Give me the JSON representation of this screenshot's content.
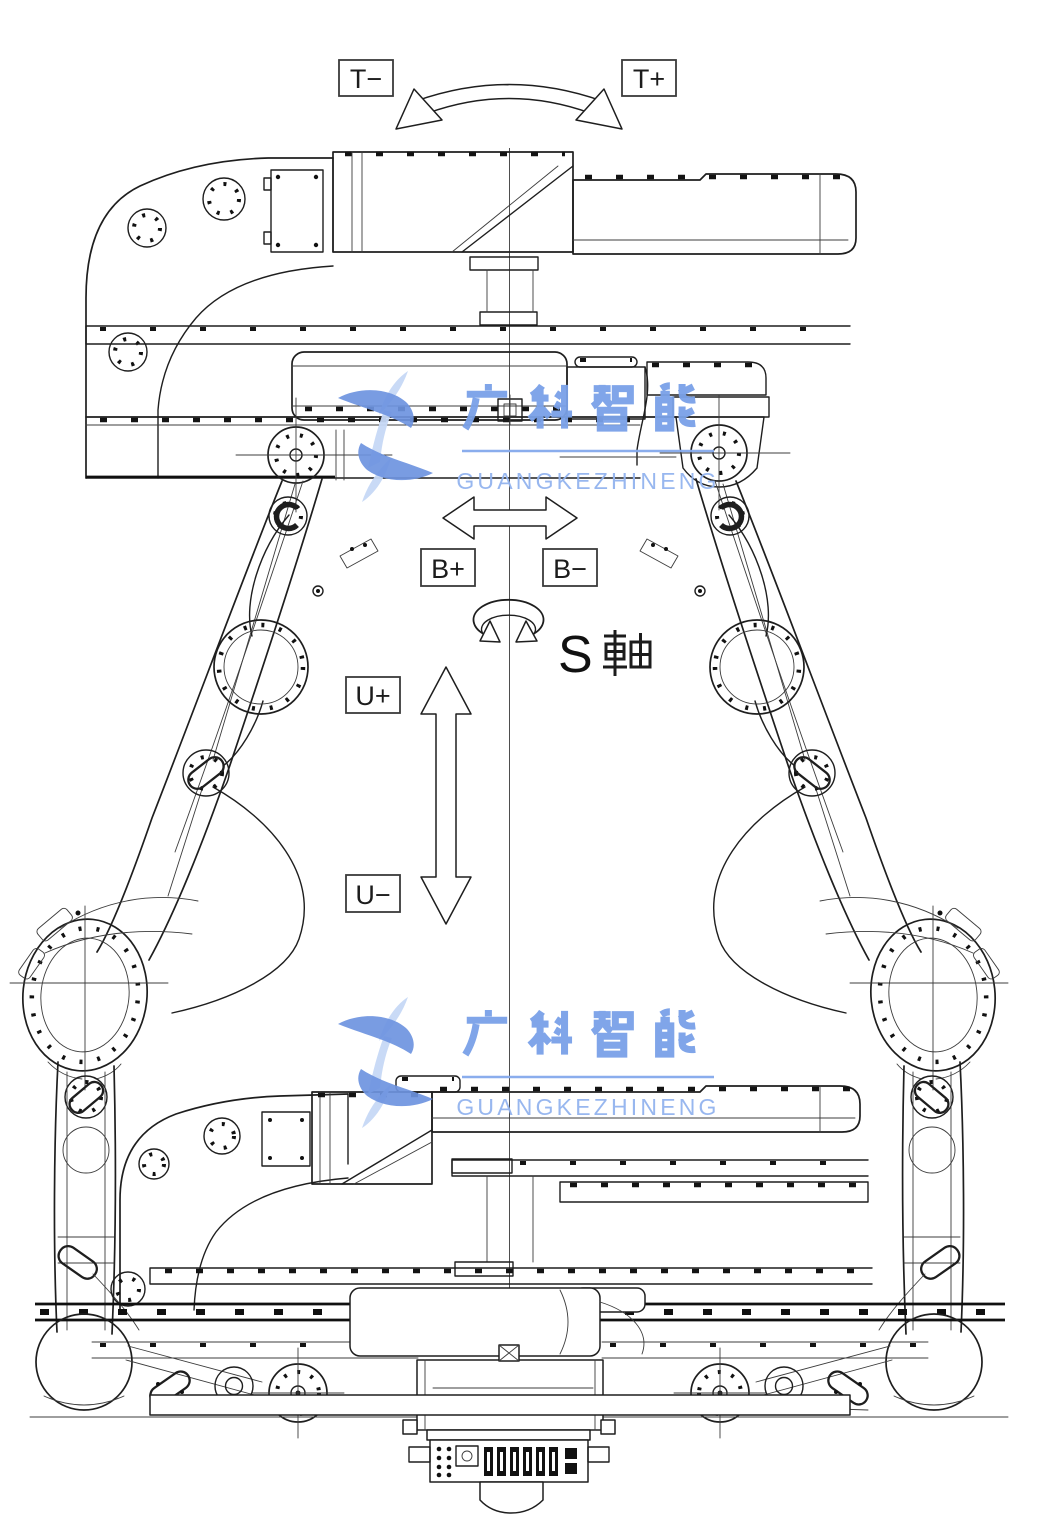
{
  "diagram": {
    "type": "robot-axis-direction-diagram",
    "axes": {
      "t_minus": "T−",
      "t_plus": "T+",
      "b_plus": "B+",
      "b_minus": "B−",
      "u_plus": "U+",
      "u_minus": "U−",
      "s_label": "S 軸",
      "s_latin": "S"
    }
  },
  "brand": {
    "name_cjk": "广科智能",
    "name_latin": "GUANGKEZHINENG"
  },
  "colors": {
    "line": "#1e1e1e",
    "brand_blue": "#7aa1e8",
    "brand_blue_light": "#93b4ef",
    "logo_medium": "#6e94df",
    "logo_light": "#c6d8f6",
    "background": "#ffffff"
  }
}
